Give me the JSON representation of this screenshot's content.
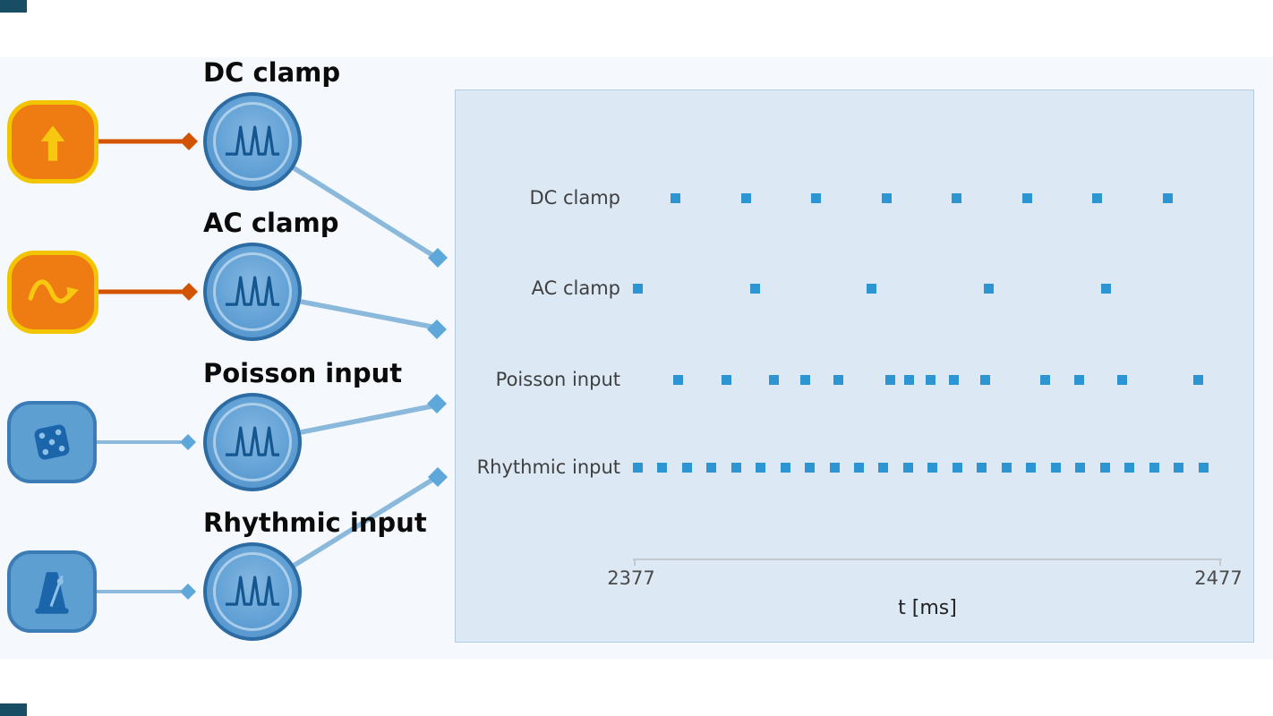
{
  "palette": {
    "workspace_bg": "#f5f9fd",
    "panel_bg": "#dce8f4",
    "panel_border": "#b3cbe0",
    "orange_node_fill": "#ee7c12",
    "orange_node_border": "#f2c500",
    "orange_wire": "#d35400",
    "blue_node_fill": "#5e9fd2",
    "blue_node_border": "#3c7cb6",
    "neuron_border": "#2d6ba3",
    "glyph_blue": "#1b65ab",
    "glyph_yellow": "#f8c810",
    "blue_wire": "#8bb9dc",
    "blue_diamond": "#5ea7da",
    "marker": "#2e95d3",
    "window_edge": "#174e63"
  },
  "generators": [
    {
      "label": "DC clamp",
      "source_icon": "up-arrow-icon",
      "node_icon": "spike-train-icon"
    },
    {
      "label": "AC clamp",
      "source_icon": "sine-wave-icon",
      "node_icon": "spike-train-icon"
    },
    {
      "label": "Poisson input",
      "source_icon": "dice-icon",
      "node_icon": "spike-train-icon"
    },
    {
      "label": "Rhythmic input",
      "source_icon": "metronome-icon",
      "node_icon": "spike-train-icon"
    }
  ],
  "chart_data": {
    "type": "scatter",
    "title": "",
    "xlabel": "t [ms]",
    "xlim": [
      2377,
      2477
    ],
    "x_ticks": [
      "2377",
      "2477"
    ],
    "legend": "none",
    "grid": false,
    "rows": [
      {
        "label": "DC clamp",
        "times": [
          2384,
          2396,
          2408,
          2420,
          2432,
          2444,
          2456,
          2468
        ]
      },
      {
        "label": "AC clamp",
        "times": [
          2377.5,
          2397.5,
          2417.5,
          2437.5,
          2457.5
        ]
      },
      {
        "label": "Poisson input",
        "times": [
          2384.4,
          2392.6,
          2400.8,
          2406.1,
          2411.8,
          2420.7,
          2423.8,
          2427.6,
          2431.5,
          2436.8,
          2447.1,
          2452.9,
          2460.2,
          2473.2
        ]
      },
      {
        "label": "Rhythmic input",
        "times": [
          2377.5,
          2381.7,
          2385.9,
          2390.1,
          2394.3,
          2398.5,
          2402.7,
          2406.9,
          2411.1,
          2415.3,
          2419.5,
          2423.7,
          2427.9,
          2432.1,
          2436.3,
          2440.5,
          2444.7,
          2448.9,
          2453.1,
          2457.3,
          2461.5,
          2465.7,
          2469.9,
          2474.1
        ]
      }
    ]
  }
}
